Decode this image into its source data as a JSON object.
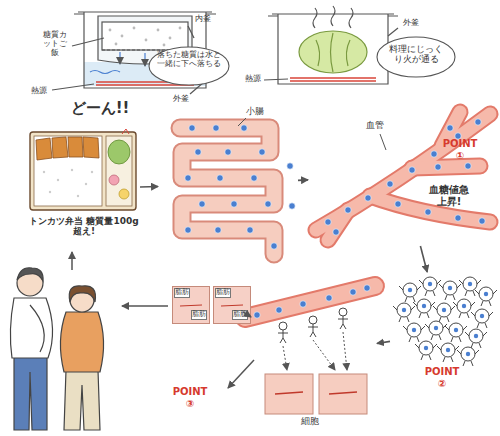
{
  "diagram": {
    "nodes": [
      {
        "text": [
          "落ちた糖質は水と一緒に下へ落ちる"
        ]
      },
      {
        "text": [
          "料理にじっくり火が通る"
        ]
      },
      {
        "text": [
          "トンカツ弁当 糖質量100g超え!"
        ]
      },
      {
        "text": [
          "小腸"
        ]
      },
      {
        "text": [
          "血管"
        ]
      },
      {
        "text": [
          "POINT ②"
        ]
      },
      {
        "text": [
          "細胞"
        ]
      },
      {
        "text": [
          "脂肪",
          "脂肪"
        ]
      },
      {
        "text": [
          "脂肪",
          "脂肪"
        ]
      }
    ],
    "edges": [
      {
        "from": 2,
        "to": 3,
        "arrow": "to"
      },
      {
        "from": 3,
        "to": 4,
        "arrow": "to"
      },
      {
        "from": 4,
        "to": 5,
        "arrow": "to"
      },
      {
        "from": 5,
        "to": 6,
        "arrow": "to"
      },
      {
        "from": 6,
        "to": 8,
        "arrow": "to"
      }
    ],
    "labels": [
      "糖質カットご飯",
      "内釜",
      "熱源",
      "外釜",
      "外釜",
      "熱源",
      "どーん!!",
      "POINT ①",
      "血糖値急上昇!",
      "POINT ③"
    ]
  }
}
